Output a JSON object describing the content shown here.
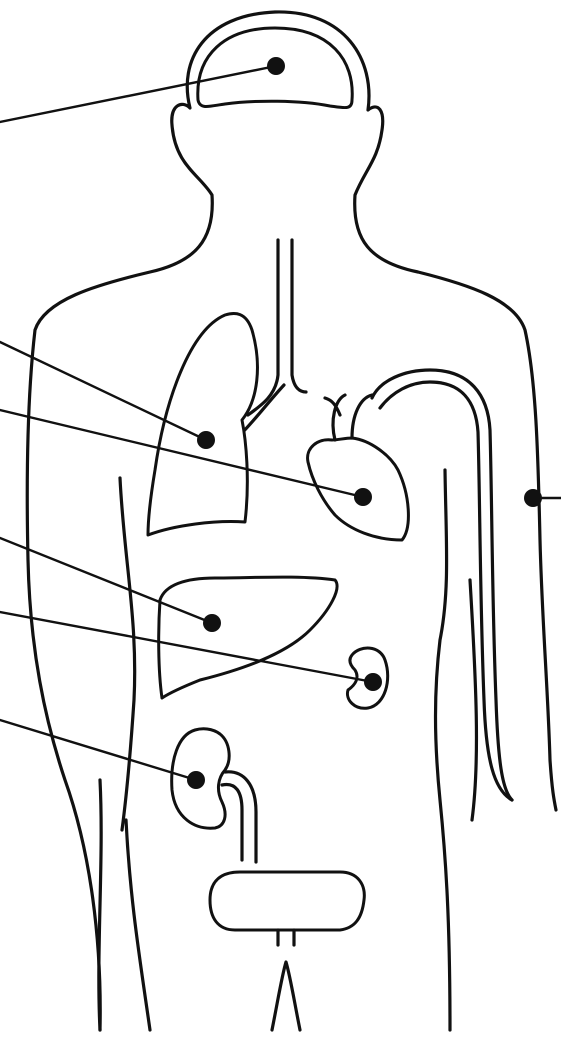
{
  "figure": {
    "subject": "human-body-organ-diagram",
    "labels": [],
    "markers": [
      {
        "id": "brain"
      },
      {
        "id": "lung"
      },
      {
        "id": "heart"
      },
      {
        "id": "liver"
      },
      {
        "id": "stomach"
      },
      {
        "id": "kidney"
      },
      {
        "id": "blood-vessel-arm"
      }
    ],
    "colors": {
      "line": "#111111",
      "background": "#ffffff"
    }
  }
}
